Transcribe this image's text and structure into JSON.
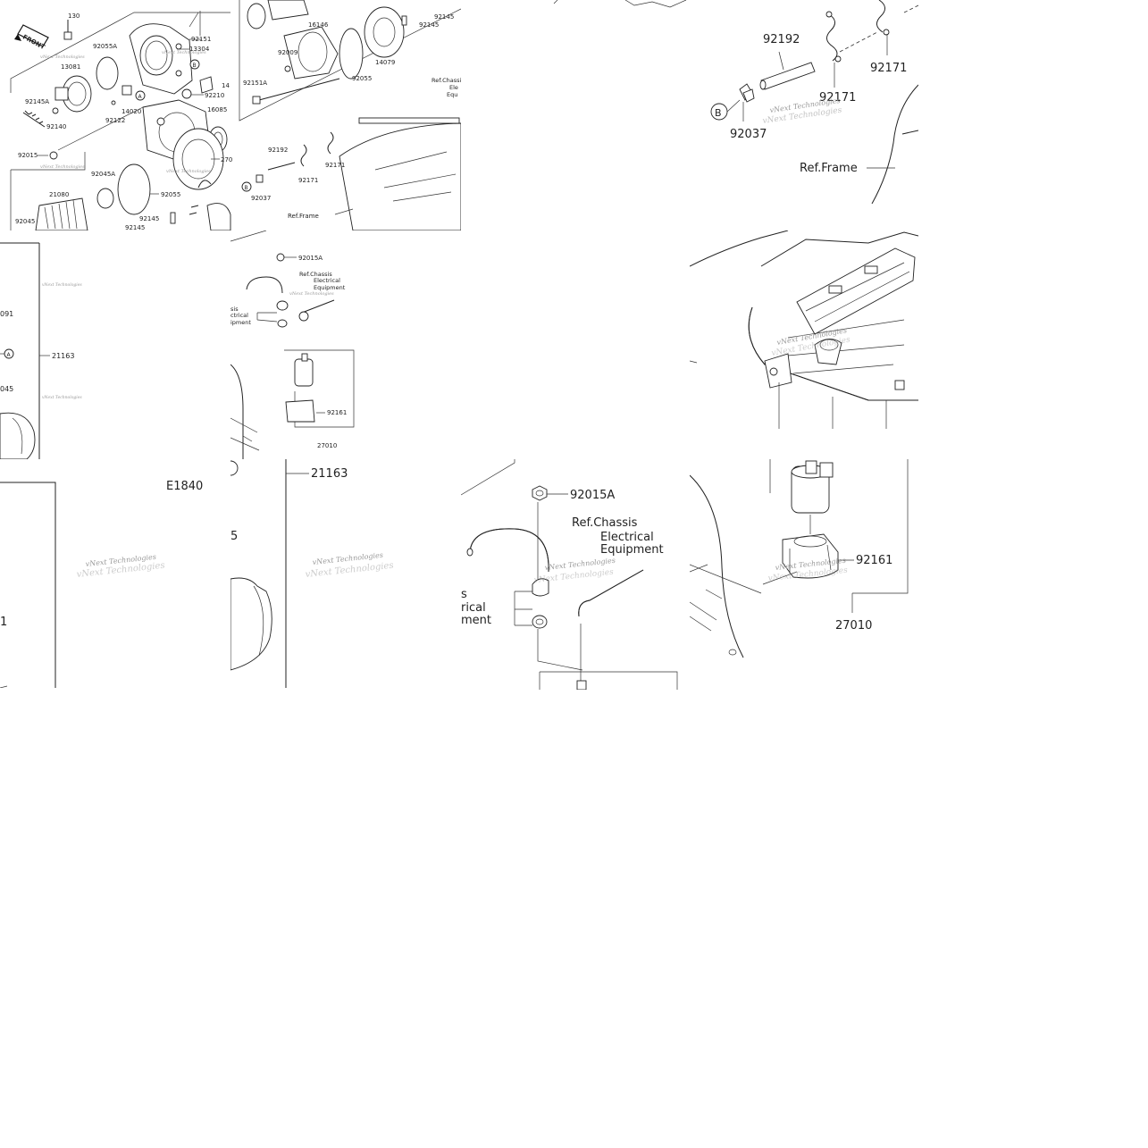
{
  "watermark": "vNext Technologies",
  "diagram_code": "E1840",
  "front_label": "FRONT",
  "ref_labels": {
    "frame": "Ref.Frame",
    "chassis_line1": "Ref.Chassis",
    "chassis_line2": "Electrical",
    "chassis_line3": "Equipment",
    "chassis_partial1": "s",
    "chassis_partial2": "rical",
    "chassis_partial3": "ment",
    "ov_chassis_partial1": "sis",
    "ov_chassis_partial2": "ctrical",
    "ov_chassis_partial3": "ipment",
    "ov_ref_partial1": "Ref.Chassis",
    "ov_ref_partial2": "Ele",
    "ov_ref_partial3": "Equ"
  },
  "callouts": {
    "A": "A",
    "B": "B"
  },
  "parts": {
    "p130": "130",
    "p13081": "13081",
    "p92055A": "92055A",
    "p92151": "92151",
    "p13304": "13304",
    "p14": "14",
    "p92210": "92210",
    "p92145A": "92145A",
    "p92140": "92140",
    "p92122": "92122",
    "p14020": "14020",
    "p16085": "16085",
    "p92015": "92015",
    "p270": "270",
    "p92045A": "92045A",
    "p21080": "21080",
    "p92055": "92055",
    "p92045": "92045",
    "p92145": "92145",
    "p16146": "16146",
    "p92009": "92009",
    "p14079": "14079",
    "p92151A": "92151A",
    "p92192": "92192",
    "p92171": "92171",
    "p92037": "92037",
    "p92015A": "92015A",
    "p92161": "92161",
    "p27010": "27010",
    "p21163": "21163",
    "p091": "091",
    "p045": "045",
    "p1": "1",
    "p5": "5"
  }
}
